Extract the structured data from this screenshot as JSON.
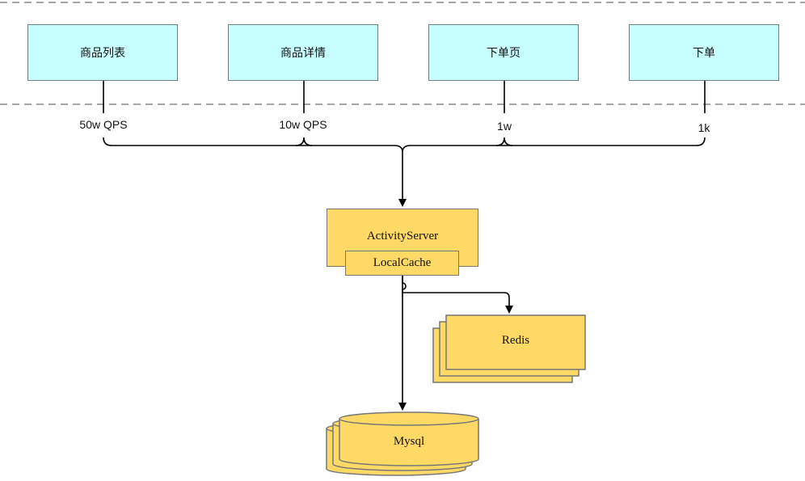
{
  "pages": [
    {
      "label": "商品列表",
      "qps": "50w QPS"
    },
    {
      "label": "商品详情",
      "qps": "10w QPS"
    },
    {
      "label": "下单页",
      "qps": "1w"
    },
    {
      "label": "下单",
      "qps": "1k"
    }
  ],
  "server": {
    "name": "ActivityServer",
    "cache": "LocalCache"
  },
  "redis": {
    "name": "Redis"
  },
  "mysql": {
    "name": "Mysql"
  },
  "colors": {
    "page_fill": "#c7ffff",
    "store_fill": "#ffd966",
    "stroke": "#777777",
    "dash": "#888888"
  }
}
